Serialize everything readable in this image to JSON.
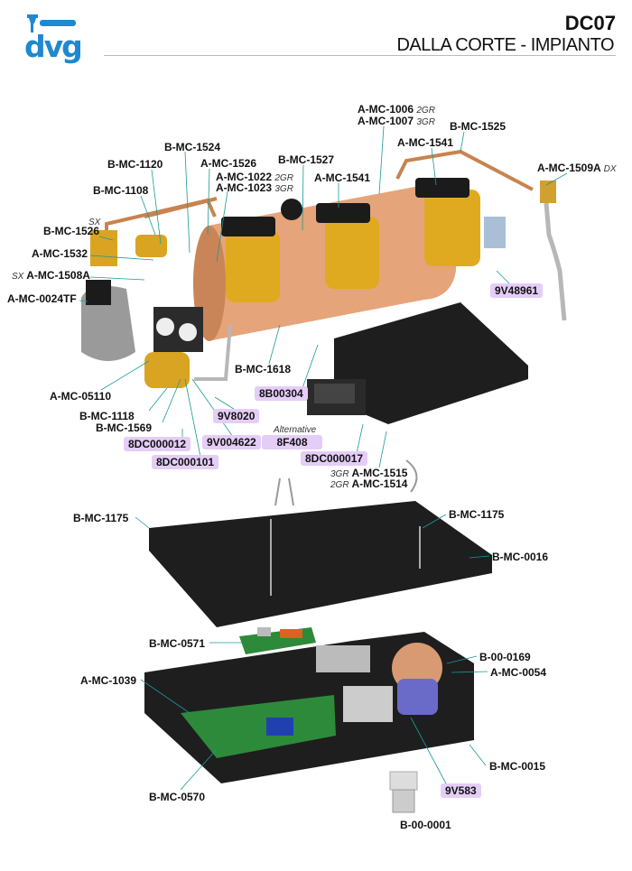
{
  "header": {
    "logo": "dvg",
    "code": "DC07",
    "subtitle": "DALLA CORTE - IMPIANTO"
  },
  "labels": [
    {
      "text": "A-MC-1006",
      "suffix": "2GR"
    },
    {
      "text": "A-MC-1007",
      "suffix": "3GR"
    },
    {
      "text": "B-MC-1525"
    },
    {
      "text": "B-MC-1524"
    },
    {
      "text": "A-MC-1541"
    },
    {
      "text": "B-MC-1120"
    },
    {
      "text": "A-MC-1526"
    },
    {
      "text": "B-MC-1527"
    },
    {
      "text": "A-MC-1509A",
      "suffix": "DX"
    },
    {
      "text": "A-MC-1022",
      "suffix": "2GR"
    },
    {
      "text": "A-MC-1023",
      "suffix": "3GR"
    },
    {
      "text": "A-MC-1541"
    },
    {
      "text": "B-MC-1108"
    },
    {
      "text": "B-MC-1526",
      "prefix": "SX"
    },
    {
      "text": "A-MC-1532"
    },
    {
      "text": "A-MC-1508A",
      "prefix": "SX"
    },
    {
      "text": "A-MC-0024TF"
    },
    {
      "text": "B-MC-1618"
    },
    {
      "text": "A-MC-05110"
    },
    {
      "text": "B-MC-1118"
    },
    {
      "text": "B-MC-1569"
    },
    {
      "text": "A-MC-1515",
      "prefix": "3GR"
    },
    {
      "text": "A-MC-1514",
      "prefix": "2GR"
    },
    {
      "text": "B-MC-1175"
    },
    {
      "text": "B-MC-1175"
    },
    {
      "text": "B-MC-0016"
    },
    {
      "text": "B-MC-0571"
    },
    {
      "text": "B-00-0169"
    },
    {
      "text": "A-MC-0054"
    },
    {
      "text": "A-MC-1039"
    },
    {
      "text": "B-MC-0015"
    },
    {
      "text": "B-MC-0570"
    },
    {
      "text": "B-00-0001"
    }
  ],
  "codes": [
    "9V48961",
    "8B00304",
    "9V8020",
    "8DC000012",
    "9V004622",
    "8F408",
    "8DC000017",
    "8DC000101",
    "9V583"
  ],
  "alternative": "Alternative",
  "colors": {
    "brand": "#1e88d0",
    "highlight": "#e4cdf6",
    "leader": "#1a9a9a",
    "copper": "#d99b6a",
    "brass": "#e0aa20",
    "plastic": "#1b1b1b"
  }
}
